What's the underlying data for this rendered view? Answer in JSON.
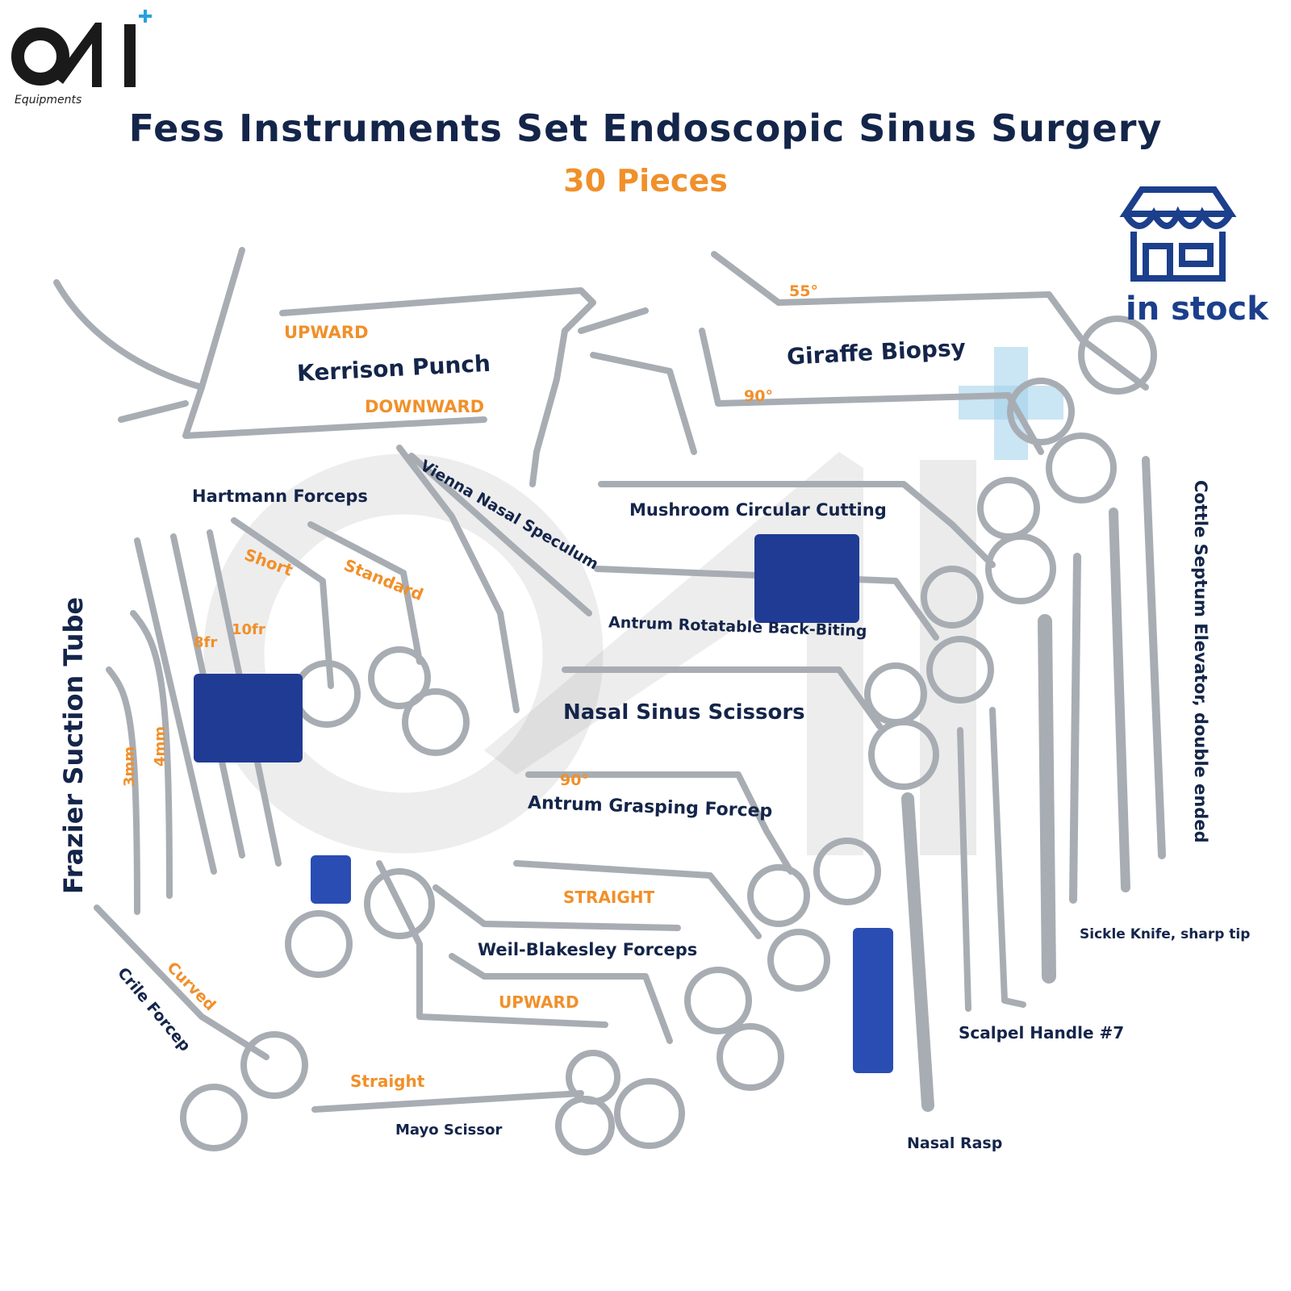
{
  "brand": {
    "logo_text": "OMI",
    "logo_sub": "Equipments",
    "accent": "#f0902a",
    "navy": "#14254a",
    "blue": "#1c3f8c"
  },
  "header": {
    "title": "Fess Instruments Set Endoscopic Sinus Surgery",
    "subtitle": "30 Pieces"
  },
  "badge": {
    "icon": "store-icon",
    "text": "in stock"
  },
  "labels": {
    "kerrison_punch": "Kerrison Punch",
    "upward_1": "UPWARD",
    "downward": "DOWNWARD",
    "giraffe_biopsy": "Giraffe Biopsy",
    "deg55": "55°",
    "deg90_a": "90°",
    "hartmann": "Hartmann Forceps",
    "vienna": "Vienna Nasal Speculum",
    "mushroom": "Mushroom Circular Cutting",
    "short": "Short",
    "standard": "Standard",
    "antrum_rotatable": "Antrum Rotatable Back-Biting",
    "nasal_sinus_scissors": "Nasal Sinus Scissors",
    "deg90_b": "90°",
    "antrum_grasping": "Antrum Grasping Forcep",
    "frazier": "Frazier Suction Tube",
    "fr8": "8fr",
    "fr10": "10fr",
    "mm3": "3mm",
    "mm4": "4mm",
    "cottle": "Cottle Septum Elevator, double ended",
    "straight_caps": "STRAIGHT",
    "weil": "Weil-Blakesley Forceps",
    "upward_2": "UPWARD",
    "curved": "Curved",
    "crile": "Crile Forcep",
    "straight": "Straight",
    "mayo": "Mayo Scissor",
    "sickle": "Sickle Knife, sharp tip",
    "scalpel": "Scalpel Handle #7",
    "nasal_rasp": "Nasal Rasp"
  }
}
